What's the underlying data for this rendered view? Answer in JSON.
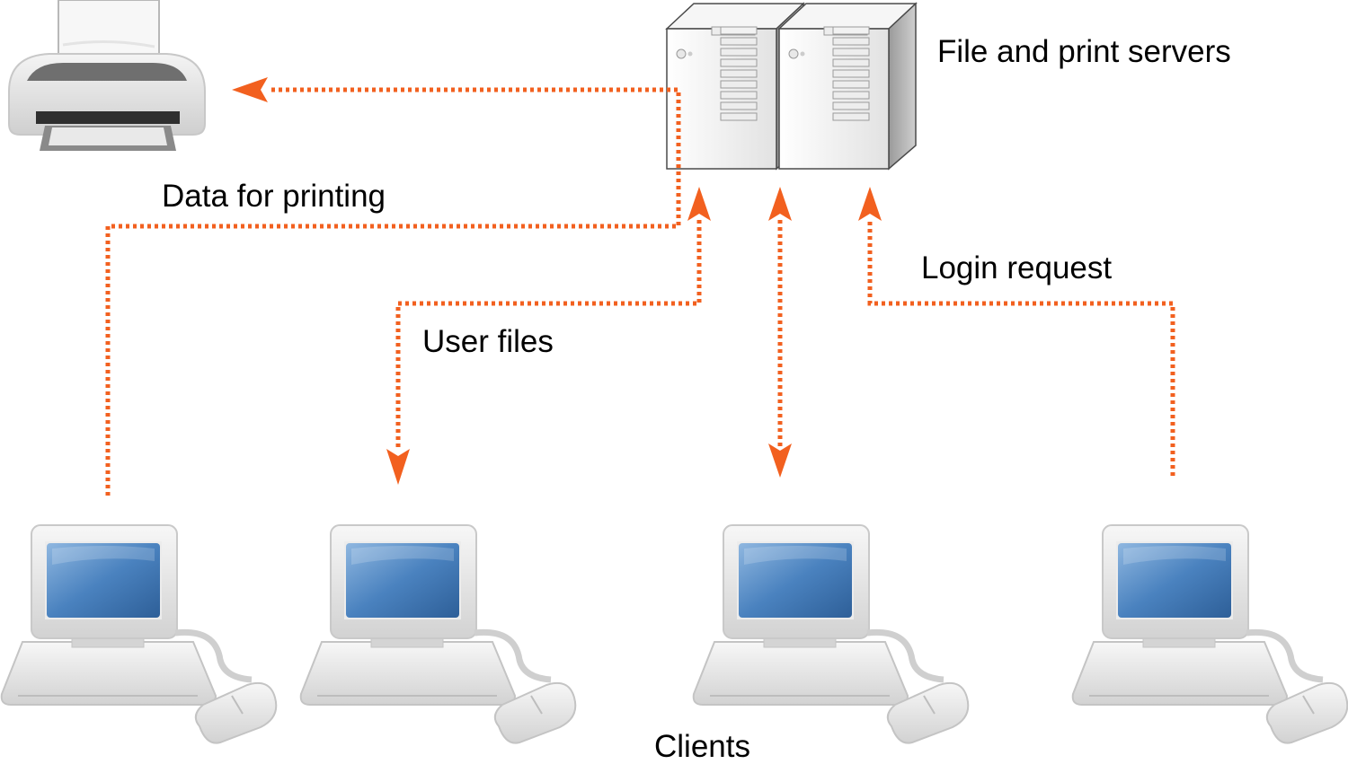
{
  "labels": {
    "servers": "File and print servers",
    "printing": "Data for printing",
    "login": "Login request",
    "user_files": "User files",
    "clients": "Clients"
  },
  "colors": {
    "flow": "#f2601f",
    "screen": "#3f78b6",
    "case": "#e6e6e6"
  },
  "icons": [
    "printer-icon",
    "server-icon",
    "computer-icon",
    "mouse-icon"
  ]
}
